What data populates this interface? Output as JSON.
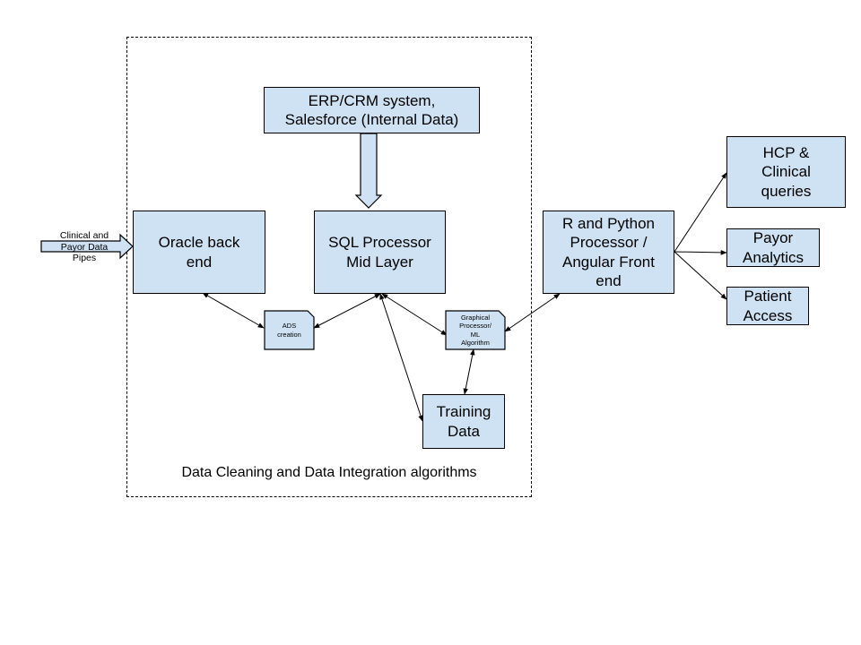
{
  "diagram": {
    "nodes": {
      "erp": "ERP/CRM system,\nSalesforce (Internal Data)",
      "oracle": "Oracle back\nend",
      "sql": "SQL Processor\nMid Layer",
      "rpython": "R and Python\nProcessor /\nAngular Front\nend",
      "ads": "ADS\ncreation",
      "graphical": "Graphical\nProcessor/\nML\nAlgorithm",
      "training": "Training\nData",
      "hcp": "HCP &\nClinical\nqueries",
      "payor": "Payor\nAnalytics",
      "patient": "Patient\nAccess"
    },
    "input_label": "Clinical and\nPayor Data\nPipes",
    "container_caption": "Data Cleaning and Data Integration algorithms",
    "colors": {
      "box_fill": "#cfe2f3",
      "stroke": "#000000"
    },
    "edges": [
      {
        "from": "erp",
        "to": "sql",
        "style": "block-arrow"
      },
      {
        "from": "input",
        "to": "oracle",
        "style": "block-arrow"
      },
      {
        "from": "oracle",
        "to": "ads",
        "style": "double"
      },
      {
        "from": "ads",
        "to": "sql",
        "style": "double"
      },
      {
        "from": "sql",
        "to": "graphical",
        "style": "double"
      },
      {
        "from": "sql",
        "to": "training",
        "style": "double"
      },
      {
        "from": "graphical",
        "to": "training",
        "style": "double"
      },
      {
        "from": "graphical",
        "to": "rpython",
        "style": "double"
      },
      {
        "from": "rpython",
        "to": "hcp",
        "style": "single"
      },
      {
        "from": "rpython",
        "to": "payor",
        "style": "single"
      },
      {
        "from": "rpython",
        "to": "patient",
        "style": "single"
      }
    ]
  }
}
